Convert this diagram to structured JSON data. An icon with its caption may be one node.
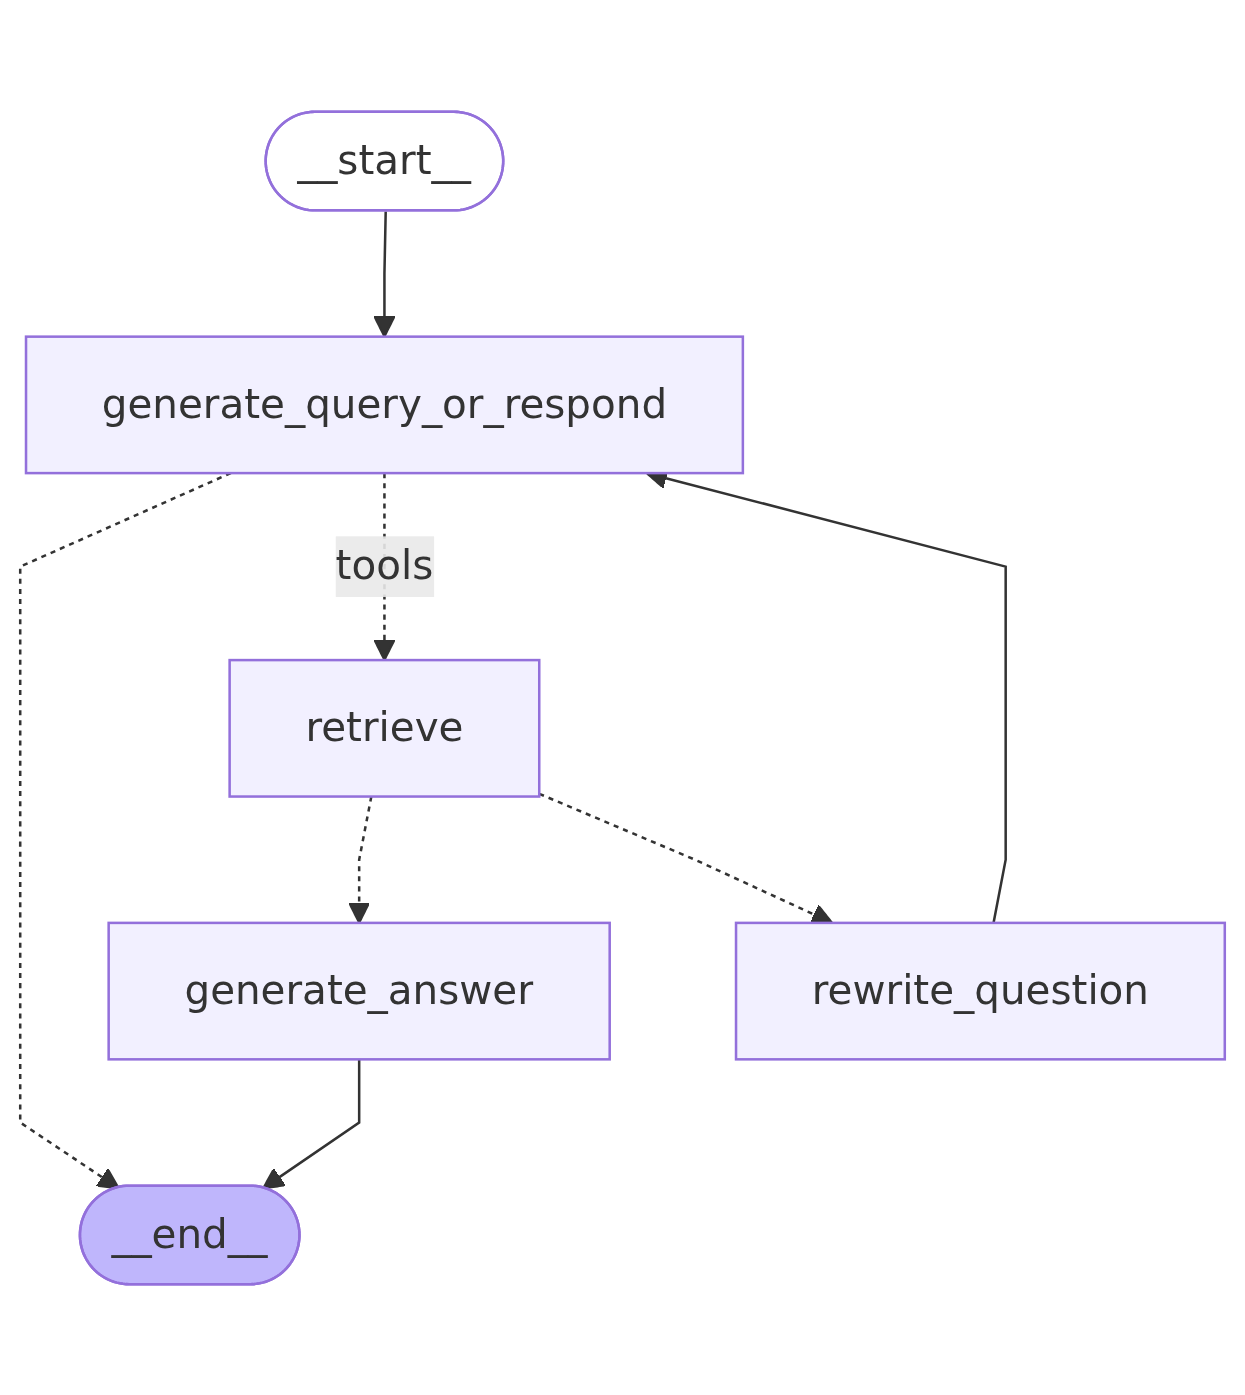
{
  "diagram": {
    "nodes": [
      {
        "text": [
          "__start__"
        ]
      },
      {
        "text": [
          "generate_query_or_respond"
        ]
      },
      {
        "text": [
          "retrieve"
        ]
      },
      {
        "text": [
          "generate_answer"
        ]
      },
      {
        "text": [
          "rewrite_question"
        ]
      },
      {
        "text": [
          "__end__"
        ]
      }
    ],
    "edges": [
      {
        "from": 0,
        "to": 1,
        "arrow": "to"
      },
      {
        "from": 1,
        "to": 5,
        "arrow": "to",
        "style": "dashed"
      },
      {
        "from": 1,
        "to": 2,
        "arrow": "to",
        "style": "dashed",
        "label": "tools"
      },
      {
        "from": 2,
        "to": 3,
        "arrow": "to",
        "style": "dashed"
      },
      {
        "from": 2,
        "to": 4,
        "arrow": "to",
        "style": "dashed"
      },
      {
        "from": 4,
        "to": 1,
        "arrow": "to"
      },
      {
        "from": 3,
        "to": 5,
        "arrow": "to"
      }
    ]
  }
}
